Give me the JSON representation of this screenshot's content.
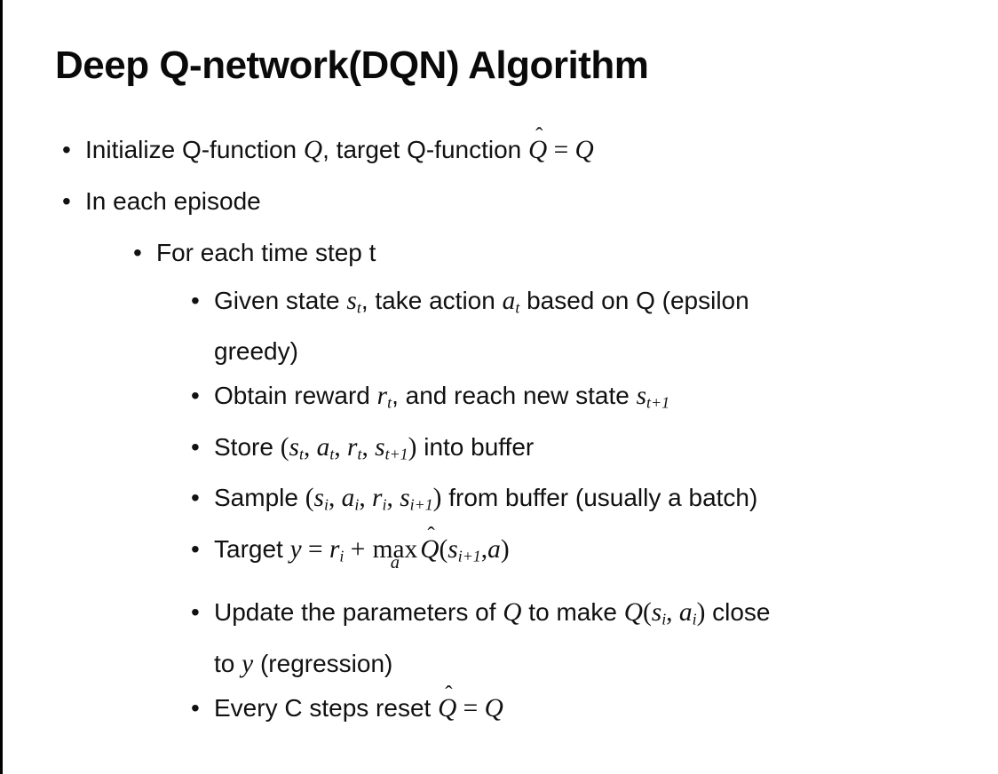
{
  "slide": {
    "background": "#ffffff",
    "border_color": "#000000",
    "text_color": "#111111",
    "bullet_glyph": "•",
    "hat_glyph": "ˆ",
    "title": "Deep Q-network(DQN) Algorithm",
    "bullets": [
      {
        "level": 1,
        "lines": [
          [
            "Initialize Q-function ",
            "Q",
            ", target Q-function ",
            "Q",
            " = ",
            "Q"
          ]
        ]
      },
      {
        "level": 1,
        "lines": [
          [
            "In each episode"
          ]
        ]
      },
      {
        "level": 2,
        "lines": [
          [
            "For each time step t"
          ]
        ]
      },
      {
        "level": 3,
        "lines": [
          [
            "Given state ",
            "s",
            "t",
            ", take action ",
            "a",
            "t",
            " based on Q (epsilon"
          ],
          [
            "greedy)"
          ]
        ]
      },
      {
        "level": 3,
        "lines": [
          [
            "Obtain reward ",
            "r",
            "t",
            ", and reach new state ",
            "s",
            "t+1"
          ]
        ]
      },
      {
        "level": 3,
        "lines": [
          [
            "Store ",
            "(",
            "s",
            "t",
            ", ",
            "a",
            "t",
            ", ",
            "r",
            "t",
            ", ",
            "s",
            "t+1",
            ")",
            " into buffer"
          ]
        ]
      },
      {
        "level": 3,
        "lines": [
          [
            "Sample ",
            "(",
            "s",
            "i",
            ", ",
            "a",
            "i",
            ", ",
            "r",
            "i",
            ", ",
            "s",
            "i+1",
            ")",
            " from buffer (usually a batch)"
          ]
        ]
      },
      {
        "level": 3,
        "lines": [
          [
            "Target ",
            "y",
            " = ",
            "r",
            "i",
            " + ",
            "max",
            "a",
            "Q",
            "(",
            "s",
            "i+1",
            ",",
            "a",
            ")"
          ]
        ]
      },
      {
        "level": 3,
        "lines": [
          [
            "Update the parameters of ",
            "Q",
            " to make ",
            "Q",
            "(",
            "s",
            "i",
            ", ",
            "a",
            "i",
            ")",
            " close"
          ],
          [
            "to ",
            "y",
            " (regression)"
          ]
        ]
      },
      {
        "level": 3,
        "lines": [
          [
            "Every C steps reset ",
            "Q",
            " = ",
            "Q"
          ]
        ]
      }
    ]
  }
}
